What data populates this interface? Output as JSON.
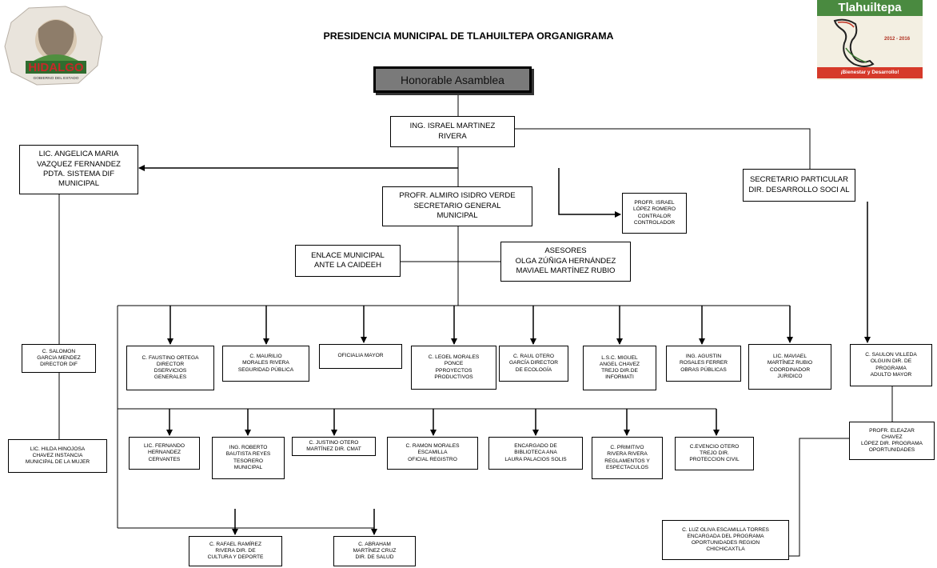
{
  "header": {
    "title": "PRESIDENCIA MUNICIPAL DE TLAHUILTEPA ORGANIGRAMA",
    "logo_left_text": "HIDALGO",
    "logo_left_sub": "GOBIERNO DEL ESTADO",
    "logo_right_title": "Tlahuiltepa",
    "logo_right_years": "2012 - 2016",
    "logo_right_slogan": "¡Bienestar y Desarrollo!"
  },
  "nodes": {
    "asamblea": "Honorable Asamblea",
    "presidente": "ING. ISRAEL MARTINEZ\nRIVERA",
    "dif": "LIC. ANGELICA MARIA\nVAZQUEZ FERNANDEZ\nPDTA. SISTEMA DIF\nMUNICIPAL",
    "secretario_particular": "SECRETARIO PARTICULAR\nDIR. DESARROLLO SOCI AL",
    "secretario_general": "PROFR. ALMIRO ISIDRO VERDE\nSECRETARIO GENERAL\nMUNICIPAL",
    "contralor": "PROFR. ISRAEL\nLÓPEZ ROMERO\nCONTRALOR\nCONTROLADOR",
    "enlace": "ENLACE MUNICIPAL\nANTE LA CAIDEEH",
    "asesores": "ASESORES\nOLGA ZÚÑIGA HERNÁNDEZ\nMAVIAEL MARTÍNEZ RUBIO",
    "salomon": "C. SALOMON\nGARCIA MENDEZ\nDIRECTOR DIF",
    "hilda": "LIC. HILDA HINOJOSA\nCHAVEZ INSTANCIA\nMUNICIPAL DE LA MUJER",
    "row1": [
      "C. FAUSTINO ORTEGA\nDIRECTOR\nDSERVICIOS\nGENERALES",
      "C. MAURILIO\nMORALES RIVERA\nSEGURIDAD PÚBLICA",
      "OFICIALIA MAYOR",
      "C. LEOEL MORALES\nPONCE\nPPROYECTOS\nPRODUCTIVOS",
      "C. RAUL OTERO\nGarcía DIRECTOR\nDE ECOLOGÍA",
      "L.S.C. MIGUEL\nANGEL CHAVEZ\nTREJO DIR.DE\nINFORMATI",
      "ING. AGUSTIN\nROSALES FERRER\nOBRAS PÚBLICAS",
      "LIC. MAVIAEL\nMARTÍNEZ RUBIO\nCOORDINADOR\nJURIDICO"
    ],
    "row2": [
      "LIC. FERNANDO\nHERNANDEZ\nCERVANTES",
      "ING. ROBERTO\nBAUTISTA REYES\nTESORERO\nMUNICIPAL",
      "C. JUSTINO OTERO\nMARTÍNEZ DIR. CMAT",
      "C. RAMON MORALES\nESCAMILLA\nOFICIAL REGISTRO",
      "ENCARGADO DE\nBIBLIOTECA ANA\nLAURA PALACIOS SOLIS",
      "C. PRIMITIVO\nRIVERA RIVERA\nREGLAMENTOS Y\nESPECTACULOS",
      "C.EVENCIO OTERO\nTREJO DIR.\nPROTECCION CIVIL"
    ],
    "row3": [
      "C. RAFAEL RAMÍREZ\nRIVERA DIR. DE\nCULTURA Y DEPORTE",
      "C. ABRAHAM\nMARTÍNEZ CRUZ\nDIR. DE SALUD"
    ],
    "saulon": "C. SAULON VILLEDA\nOLGUIN DIR. DE\nPROGRAMA\nADULTO MAYOR",
    "eleazar": "PROFR. ELEAZAR\nCHAVEZ\nLÓPEZ DIR. PROGRAMA\nOPORTUNIDADES",
    "luz": "C. LUZ OLIVA ESCAMILLA TORRES\nENCARGADA DEL PROGRAMA\nOPORTUNIDADES REGION\nCHICHICAXTLA"
  }
}
